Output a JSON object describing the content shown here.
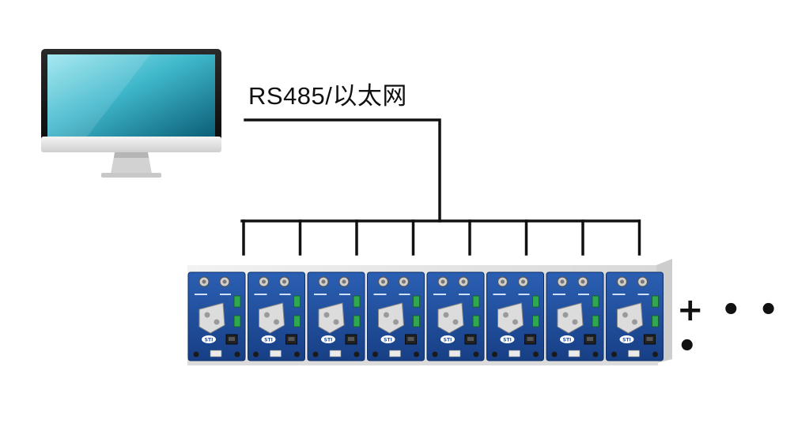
{
  "diagram": {
    "bus_label": "RS485/以太网",
    "continuation": "+ • • •",
    "module_count": 8,
    "module_logo_text": "STI",
    "colors": {
      "module_blue": "#1e4fa0",
      "module_blue_dark": "#163c7e",
      "wire": "#111111",
      "chassis": "#e6e6e6",
      "screen_light": "#6fd0e0",
      "screen_dark": "#0c6f86"
    },
    "icons": [
      "monitor-icon",
      "bus-line",
      "module-unit"
    ]
  }
}
